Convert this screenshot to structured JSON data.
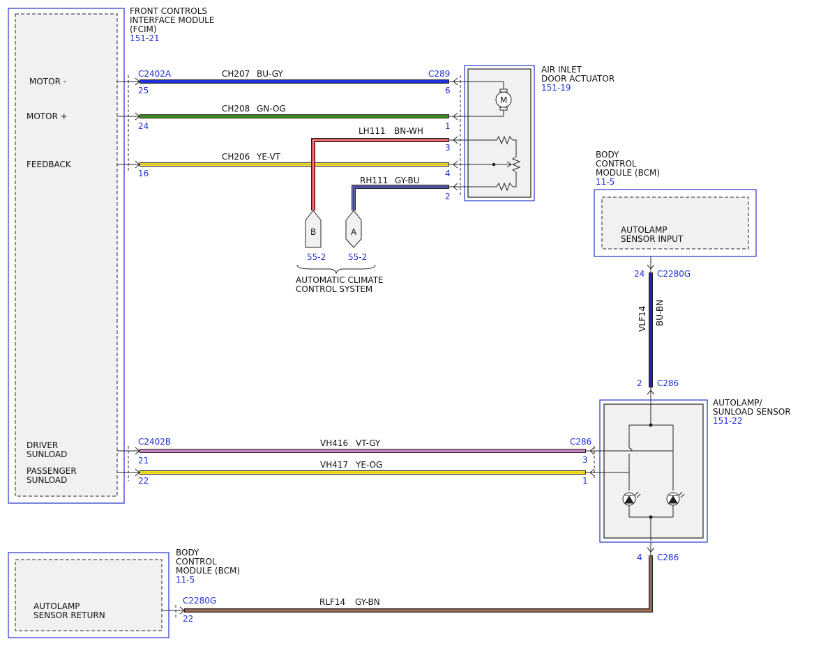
{
  "fcim": {
    "title_l1": "FRONT CONTROLS",
    "title_l2": "INTERFACE MODULE",
    "title_l3": "(FCIM)",
    "ref": "151-21",
    "pin_motor_minus": "MOTOR -",
    "pin_motor_plus": "MOTOR +",
    "pin_feedback": "FEEDBACK",
    "pin_driver_l1": "DRIVER",
    "pin_driver_l2": "SUNLOAD",
    "pin_passenger_l1": "PASSENGER",
    "pin_passenger_l2": "SUNLOAD"
  },
  "actuator": {
    "title_l1": "AIR INLET",
    "title_l2": "DOOR ACTUATOR",
    "ref": "151-19",
    "motor_symbol": "M"
  },
  "bcm_top": {
    "title_l1": "BODY",
    "title_l2": "CONTROL",
    "title_l3": "MODULE (BCM)",
    "ref": "11-5",
    "pin_l1": "AUTOLAMP",
    "pin_l2": "SENSOR INPUT"
  },
  "bcm_bottom": {
    "title_l1": "BODY",
    "title_l2": "CONTROL",
    "title_l3": "MODULE (BCM)",
    "ref": "11-5",
    "pin_l1": "AUTOLAMP",
    "pin_l2": "SENSOR RETURN"
  },
  "sensor": {
    "title_l1": "AUTOLAMP/",
    "title_l2": "SUNLOAD SENSOR",
    "ref": "151-22"
  },
  "acc": {
    "label_l1": "AUTOMATIC CLIMATE",
    "label_l2": "CONTROL SYSTEM",
    "conn_b": "B",
    "conn_a": "A",
    "ref_b": "55-2",
    "ref_a": "55-2"
  },
  "connectors": {
    "c2402a": "C2402A",
    "c289": "C289",
    "c2402b": "C2402B",
    "c286_a": "C286",
    "c286_b": "C286",
    "c286_c": "C286",
    "c2280g_a": "C2280G",
    "c2280g_b": "C2280G"
  },
  "pins": {
    "fcim_25": "25",
    "fcim_24": "24",
    "fcim_16": "16",
    "act_6": "6",
    "act_1": "1",
    "act_3": "3",
    "act_4": "4",
    "act_2": "2",
    "fcim_21": "21",
    "fcim_22": "22",
    "sens_3": "3",
    "sens_1": "1",
    "sens_2": "2",
    "sens_4": "4",
    "bcm_24": "24",
    "bcm_22": "22"
  },
  "circuits": {
    "ch207": "CH207",
    "ch207_color": "BU-GY",
    "ch208": "CH208",
    "ch208_color": "GN-OG",
    "lh111": "LH111",
    "lh111_color": "BN-WH",
    "ch206": "CH206",
    "ch206_color": "YE-VT",
    "rh111": "RH111",
    "rh111_color": "GY-BU",
    "vh416": "VH416",
    "vh416_color": "VT-GY",
    "vh417": "VH417",
    "vh417_color": "YE-OG",
    "vlf14": "VLF14",
    "vlf14_color": "BU-BN",
    "rlf14": "RLF14",
    "rlf14_color": "GY-BN"
  },
  "colors": {
    "blue": "#1f2fd6",
    "green": "#3d8a1c",
    "yellow": "#f2e31a",
    "red": "#c9302c",
    "violet": "#d782d0",
    "brown": "#8a5540",
    "navy": "#2222aa",
    "gray_blue": "#6a6aa8"
  }
}
